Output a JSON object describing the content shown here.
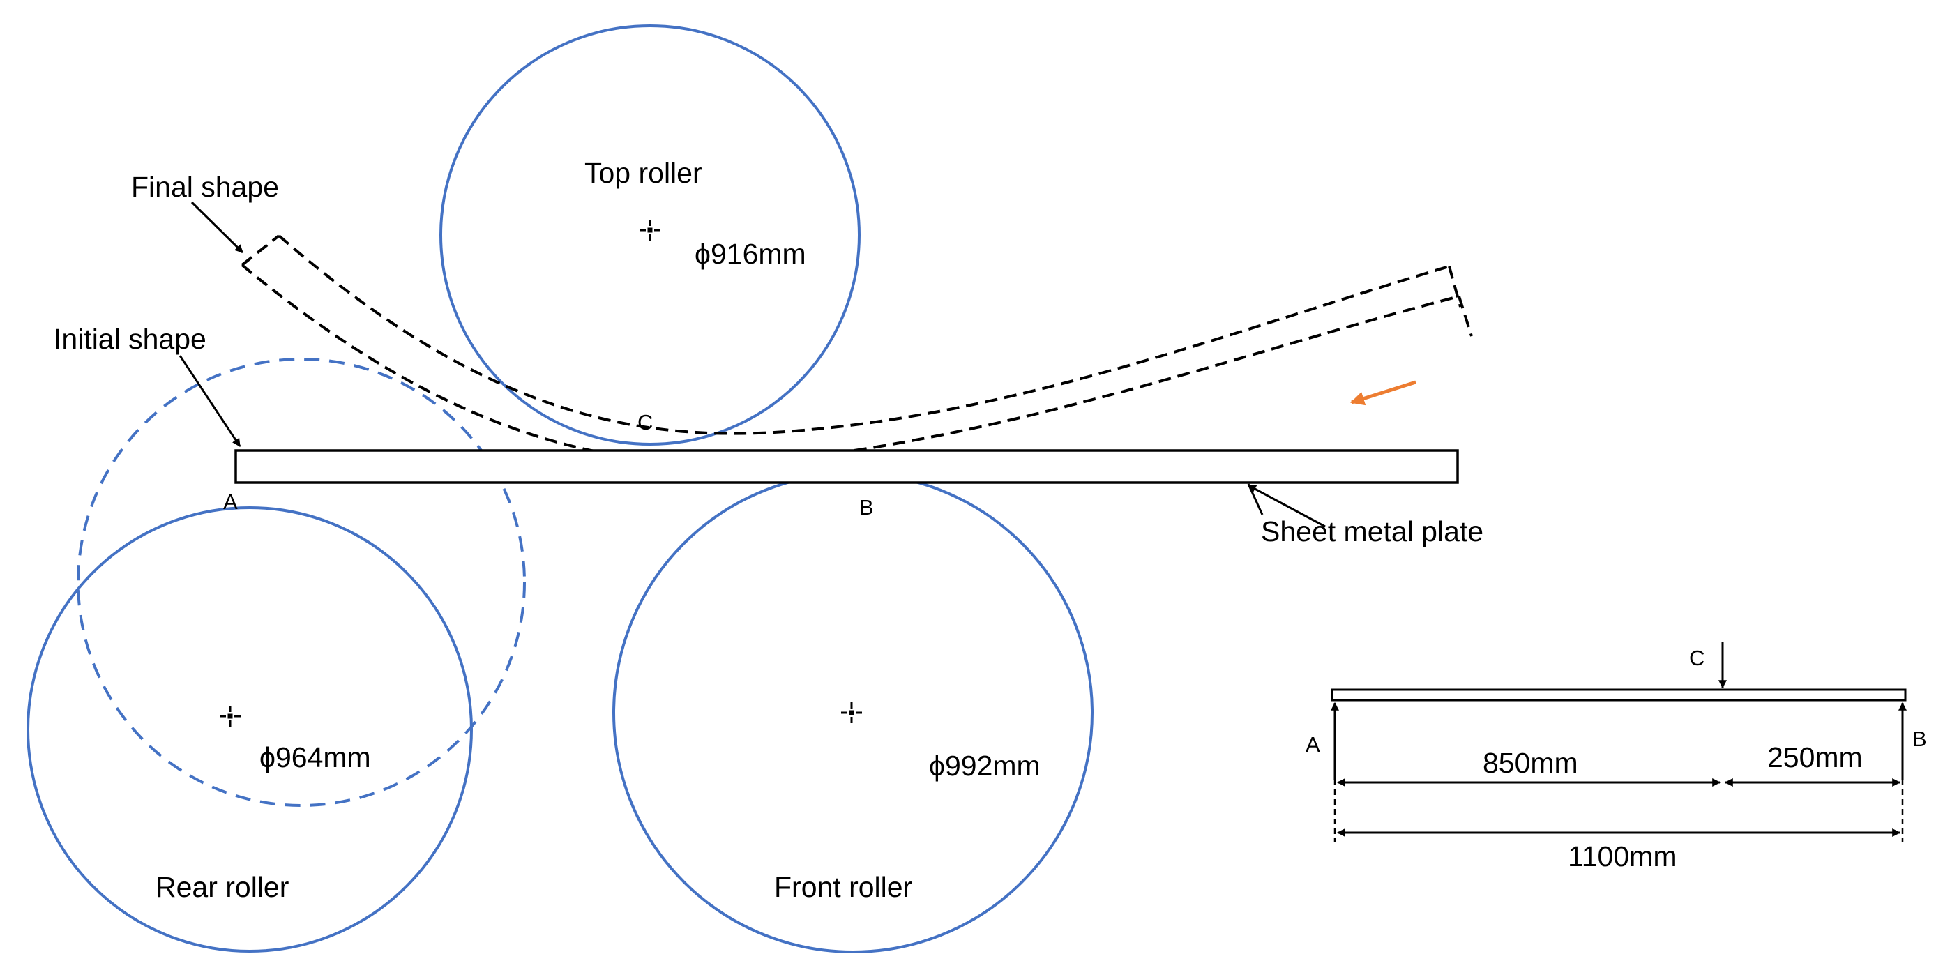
{
  "colors": {
    "roller_stroke": "#4472C4",
    "line": "#000000",
    "motion_arrow": "#ED7D31",
    "background": "#FFFFFF"
  },
  "rollers": {
    "top": {
      "name": "Top roller",
      "diameter": "ϕ916mm"
    },
    "rear": {
      "name": "Rear roller",
      "diameter": "ϕ964mm"
    },
    "front": {
      "name": "Front roller",
      "diameter": "ϕ992mm"
    }
  },
  "labels": {
    "final_shape": "Final shape",
    "initial_shape": "Initial shape",
    "sheet_metal_plate": "Sheet metal plate",
    "point_a": "A",
    "point_b": "B",
    "point_c": "C"
  },
  "beam_diagram": {
    "point_a": "A",
    "point_b": "B",
    "point_c": "C",
    "dim_ac": "850mm",
    "dim_cb": "250mm",
    "dim_total": "1100mm"
  }
}
